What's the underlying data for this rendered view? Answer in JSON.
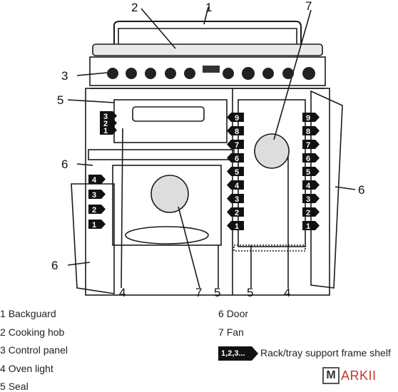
{
  "callouts": {
    "c1": "1",
    "c2": "2",
    "c3": "3",
    "c4a": "4",
    "c4b": "4",
    "c5a": "5",
    "c5b": "5",
    "c5c": "5",
    "c6a": "6",
    "c6b": "6",
    "c6c": "6",
    "c7a": "7",
    "c7b": "7"
  },
  "left_racks": [
    "1",
    "2",
    "3",
    "4"
  ],
  "center_racks": [
    "1",
    "2",
    "3",
    "4",
    "5",
    "6",
    "7",
    "8",
    "9"
  ],
  "right_racks": [
    "1",
    "2",
    "3",
    "4",
    "5",
    "6",
    "7",
    "8",
    "9"
  ],
  "top_left_racks": [
    "1",
    "2",
    "3"
  ],
  "legend": [
    {
      "num": "1",
      "text": "Backguard"
    },
    {
      "num": "2",
      "text": "Cooking hob"
    },
    {
      "num": "3",
      "text": "Control panel"
    },
    {
      "num": "4",
      "text": "Oven light"
    },
    {
      "num": "5",
      "text": "Seal"
    },
    {
      "num": "6",
      "text": "Door"
    },
    {
      "num": "7",
      "text": "Fan"
    }
  ],
  "rack_key": {
    "symbol": "1,2,3...",
    "label": "Rack/tray support frame shelf"
  },
  "brand": {
    "box": "M",
    "text": "ARKII"
  },
  "colors": {
    "line": "#1a1a1a",
    "fill": "#ffffff",
    "label_bg": "#111111",
    "brand": "#c0392b"
  }
}
